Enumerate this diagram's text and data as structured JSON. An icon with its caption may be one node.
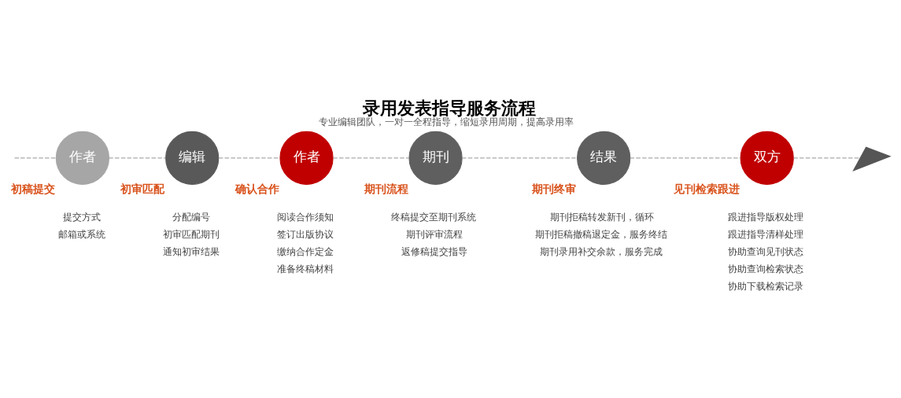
{
  "diagram": {
    "title": "录用发表指导服务流程",
    "caption": "专业编辑团队，一对一全程指导，缩短录用周期，提高录用率",
    "nodes": [
      {
        "text": [
          "初稿提交",
          "作者"
        ],
        "beside": [
          "提交方式",
          "邮箱或系统"
        ]
      },
      {
        "text": [
          "初审匹配",
          "编辑"
        ],
        "beside": [
          "分配编号",
          "初审匹配期刊",
          "通知初审结果"
        ]
      },
      {
        "text": [
          "确认合作",
          "作者"
        ],
        "beside": [
          "阅读合作须知",
          "签订出版协议",
          "缴纳合作定金",
          "准备终稿材料"
        ]
      },
      {
        "text": [
          "期刊流程",
          "期刊"
        ],
        "beside": [
          "终稿提交至期刊系统",
          "期刊评审流程",
          "返修稿提交指导"
        ]
      },
      {
        "text": [
          "期刊终审",
          "结果"
        ],
        "beside": [
          "期刊拒稿转发新刊，循环",
          "期刊拒稿撤稿退定金，服务终结",
          "期刊录用补交余款，服务完成"
        ]
      },
      {
        "text": [
          "见刊检索跟进",
          "双方"
        ],
        "beside": [
          "跟进指导版权处理",
          "跟进指导清样处理",
          "协助查询见刊状态",
          "协助查询检索状态",
          "协助下载检索记录"
        ]
      },
      {
        "text": [],
        "shape": "picture"
      }
    ],
    "edges": [
      {
        "from": null,
        "to": 0,
        "arrow": "none",
        "style": "dashed"
      },
      {
        "from": 0,
        "to": 1,
        "arrow": "none",
        "style": "dashed"
      },
      {
        "from": 1,
        "to": 2,
        "arrow": "none",
        "style": "dashed"
      },
      {
        "from": 2,
        "to": 3,
        "arrow": "none",
        "style": "dashed"
      },
      {
        "from": 3,
        "to": 4,
        "arrow": "none",
        "style": "dashed"
      },
      {
        "from": 4,
        "to": 5,
        "arrow": "none",
        "style": "dashed"
      },
      {
        "from": 5,
        "to": 6,
        "arrow": "none",
        "style": "dashed"
      }
    ]
  }
}
